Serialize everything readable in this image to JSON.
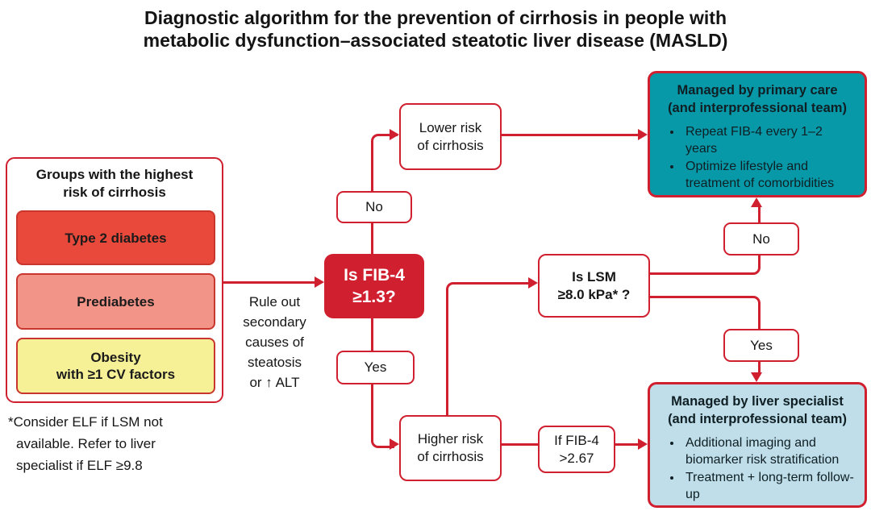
{
  "title": "Diagnostic algorithm for the prevention of cirrhosis in people with\nmetabolic dysfunction–associated steatotic liver disease (MASLD)",
  "risk_panel": {
    "heading": "Groups with the highest\nrisk of cirrhosis",
    "items": [
      {
        "label": "Type 2 diabetes"
      },
      {
        "label": "Prediabetes"
      },
      {
        "label": "Obesity\nwith ≥1 CV factors"
      }
    ]
  },
  "footnote": "*Consider ELF if LSM not\navailable. Refer to liver\nspecialist if ELF ≥9.8",
  "flow": {
    "rule_out_note": "Rule out\nsecondary\ncauses of\nsteatosis\nor ↑ ALT",
    "fib4_decision": "Is FIB-4\n≥1.3?",
    "no_left": "No",
    "yes_left": "Yes",
    "lower_risk": "Lower risk\nof cirrhosis",
    "higher_risk": "Higher risk\nof cirrhosis",
    "lsm_decision": "Is LSM\n≥8.0 kPa* ?",
    "no_right": "No",
    "yes_right": "Yes",
    "fib4_267": "If FIB-4\n>2.67"
  },
  "primary_care": {
    "heading": "Managed by primary care\n(and interprofessional team)",
    "bullets": [
      "Repeat FIB-4 every 1–2 years",
      "Optimize lifestyle and treatment of comorbidities"
    ]
  },
  "liver_specialist": {
    "heading": "Managed by liver specialist\n(and interprofessional team)",
    "bullets": [
      "Additional imaging and biomarker risk stratification",
      "Treatment + long-term follow-up"
    ]
  },
  "colors": {
    "connector_red": "#D02030",
    "type2_diabetes_red": "#E8493B",
    "prediabetes_salmon": "#F29488",
    "obesity_yellow": "#F6F096",
    "primary_care_teal": "#0899A9",
    "liver_specialist_blue": "#BFDEE9"
  }
}
